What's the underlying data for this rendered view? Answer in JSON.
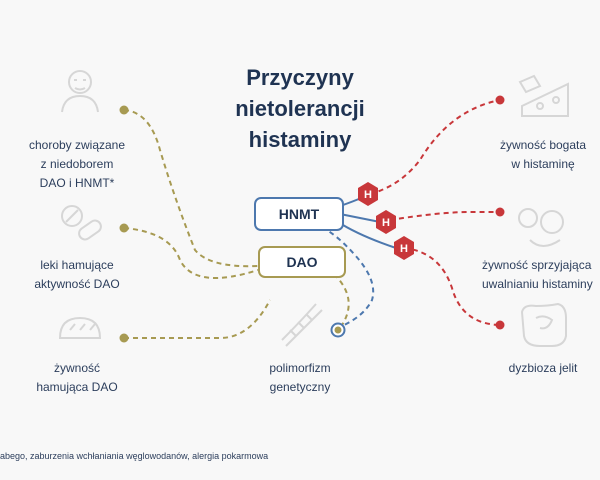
{
  "title": {
    "line1": "Przyczyny",
    "line2": "nietolerancji",
    "line3": "histaminy"
  },
  "nodes": {
    "hnmt": "HNMT",
    "dao": "DAO"
  },
  "left_causes": {
    "deficiency_diseases": [
      "choroby związane",
      "z niedoborem",
      "DAO i HNMT*"
    ],
    "drugs": [
      "leki hamujące",
      "aktywność DAO"
    ],
    "food_inhibiting": [
      "żywność",
      "hamująca DAO"
    ]
  },
  "center_cause": [
    "polimorfizm",
    "genetyczny"
  ],
  "right_causes": {
    "histamine_rich_food": [
      "żywność bogata",
      "w histaminę"
    ],
    "histamine_releasing_food": [
      "żywność sprzyjająca",
      "uwalnianiu histaminy"
    ],
    "dysbiosis": [
      "dyzbioza jelit"
    ]
  },
  "histamine_badge": "H",
  "footnote": "abego, zaburzenia wchłaniania węglowodanów, alergia pokarmowa",
  "colors": {
    "blue": "#4d78ae",
    "olive": "#a79a52",
    "red": "#c8373a",
    "icon": "#d8d8d8"
  },
  "icons": [
    "sick-person-icon",
    "pills-icon",
    "bread-icon",
    "cheese-icon",
    "produce-icon",
    "intestine-icon",
    "dna-icon"
  ]
}
